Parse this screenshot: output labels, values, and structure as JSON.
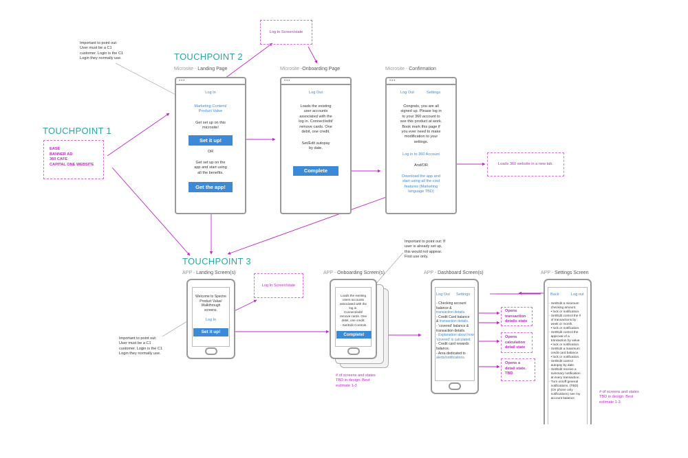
{
  "touchpoints": {
    "tp1": "TOUCHPOINT 1",
    "tp2": "TOUCHPOINT 2",
    "tp3": "TOUCHPOINT 3"
  },
  "tp1_box": [
    "EASE",
    "BANNER AD",
    "360 CAFE",
    "CAPITAL ONE WEBSITE"
  ],
  "notes": {
    "top_left": [
      "Important to point out:",
      "User must be a C1",
      "customer. Login is the C1",
      "Login they normally use."
    ],
    "bottom_left": [
      "Important to point out:",
      "User must be a C1",
      "customer. Login is the C1",
      "Login they normally use."
    ],
    "onboarding": [
      "Important to point out: If",
      "user is already set up,",
      "this would not appear.",
      "First use only."
    ]
  },
  "login_state_top": "Log In Screen/state",
  "login_state_app": "Log In Screen/state",
  "loads_360": "Loads 360 website in a new tab.",
  "landing": {
    "prefix": "Microsite - ",
    "title": "Landing Page",
    "login": "Log In",
    "marketing": [
      "Marketing Content/",
      "Product Value"
    ],
    "setup_text": [
      "Get set up on this",
      "microsite!"
    ],
    "set_btn": "Set it up!",
    "or": "OR",
    "app_text": [
      "Get set up on the",
      "app and start using",
      "all the benefits."
    ],
    "app_btn": "Get the app!"
  },
  "onboarding": {
    "prefix": "Microsite -",
    "title": "Onboarding Page",
    "logout": "Log Out",
    "body": [
      "Loads the existing",
      "user accounts",
      "associated with the",
      "log in. Connect/edit/",
      "remove cards. One",
      "debit, one credit."
    ],
    "autopay": [
      "Set/Edit autopay",
      "by date."
    ],
    "complete": "Complete"
  },
  "confirmation": {
    "prefix": "Microsite - ",
    "title": "Confirmation",
    "logout": "Log Out",
    "settings": "Settings",
    "body": [
      "Congrats, you are all",
      "signed up. Please log in",
      "to your 360 account to",
      "see this product at work.",
      "Book mark this page if",
      "you ever need to make",
      "modification to your",
      "settings."
    ],
    "login360": "Log in to 360 Account",
    "andor": "And/OR",
    "download": [
      "Download the app and",
      "start using all the cool",
      "features (Marketing",
      "language TBD)"
    ]
  },
  "app_landing": {
    "prefix": "APP - ",
    "title": "Landing Screen(s)",
    "body": [
      "Welcome to Spectre",
      "Product Value/",
      "Walkthrough",
      "screens."
    ],
    "login": "Log In",
    "btn": "Set it up!"
  },
  "app_onboarding": {
    "prefix": "APP - ",
    "title": "Onboarding Screen(s)",
    "body": [
      "Loads the existing",
      "users accounts",
      "associated with the",
      "log in.",
      "Connect/edit/",
      "remove cards. One",
      "debit, one credit."
    ],
    "controls": "- Set/Edit Controls",
    "btn": "Complete!",
    "estimate": [
      "# of screens and states",
      "TBD in design. Best",
      "estimate 1-3"
    ]
  },
  "app_dashboard": {
    "prefix": "APP - ",
    "title": "Dashboard Screen(s)",
    "logout": "Log Out",
    "settings": "Settings",
    "items": [
      {
        "text": [
          "- Checking account",
          "  balance &"
        ],
        "link": "transaction details."
      },
      {
        "text": [
          "- Credit Card balance",
          "  &"
        ],
        "link": "transaction details."
      },
      {
        "text": [
          "- 'covered' balance &",
          "  transaction details."
        ],
        "link": ""
      },
      {
        "text": [],
        "link": "- Explanation about how 'covered' is calculated."
      },
      {
        "text": [
          "- Credit card rewards",
          "  balance."
        ],
        "link": ""
      },
      {
        "text": [
          "- Area dedicated to"
        ],
        "link": "alerts/notifications."
      }
    ],
    "callouts": [
      [
        "Opens",
        "transaction",
        "details state"
      ],
      [
        "Opens",
        "calculation",
        "detail state"
      ],
      [
        "Opens a",
        "detail state.",
        "TBD"
      ]
    ]
  },
  "app_settings": {
    "prefix": "APP - ",
    "title": "Settings Screen",
    "back": "Back",
    "logout": "Log out",
    "items": [
      "- Set/Edit a minimum",
      "  checking amount.",
      "  • lock or notification.",
      "- Set/Edit control the #",
      "  of transactions by",
      "  week or month.",
      "  • lock or notification.",
      "- Set/Edit control the",
      "  approval of a",
      "  transaction by value.",
      "  • lock or notification.",
      "- Set/Edit a maximum",
      "  credit card balance.",
      "  • lock or notification.",
      "- Set/Edit control",
      "  autopay by date.",
      "- Set/Edit receive a",
      "  summary notification",
      "  at every transaction.",
      "- Turn on/off general",
      "  notifications. (TBD)",
      "  (On phone only",
      "  notifications) see my",
      "  account balance."
    ],
    "estimate": [
      "# of screens and states",
      "TBD in design. Best",
      "estimate 1-3"
    ]
  },
  "colors": {
    "accent": "#c026c8",
    "teal": "#2aa6a0",
    "blue": "#3b8ad9",
    "frame": "#999999"
  }
}
